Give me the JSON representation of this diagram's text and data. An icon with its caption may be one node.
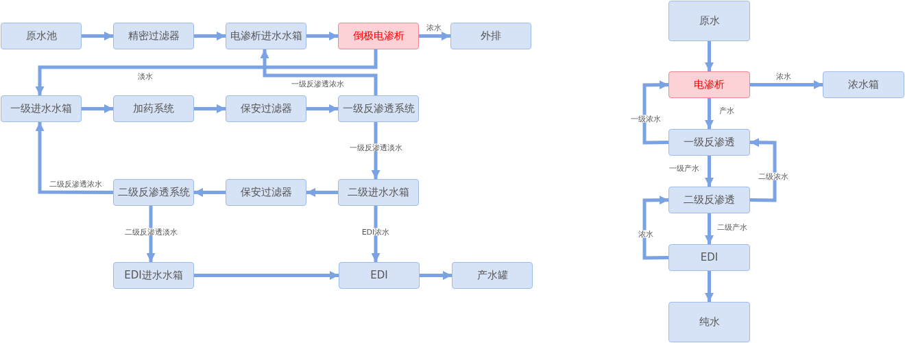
{
  "diagram": {
    "nodes": [
      {
        "text": [
          "原水池"
        ]
      },
      {
        "text": [
          "精密过滤器"
        ]
      },
      {
        "text": [
          "电渗析进水水箱"
        ]
      },
      {
        "text": [
          "倒极电渗析"
        ]
      },
      {
        "text": [
          "外排"
        ]
      },
      {
        "text": [
          "一级进水水箱"
        ]
      },
      {
        "text": [
          "加药系统"
        ]
      },
      {
        "text": [
          "保安过滤器"
        ]
      },
      {
        "text": [
          "一级反渗透系统"
        ]
      },
      {
        "text": [
          "二级进水水箱"
        ]
      },
      {
        "text": [
          "保安过滤器"
        ]
      },
      {
        "text": [
          "二级反渗透系统"
        ]
      },
      {
        "text": [
          "EDI进水水箱"
        ]
      },
      {
        "text": [
          "EDI"
        ]
      },
      {
        "text": [
          "产水罐"
        ]
      },
      {
        "text": [
          "原水"
        ]
      },
      {
        "text": [
          "电渗析"
        ]
      },
      {
        "text": [
          "浓水箱"
        ]
      },
      {
        "text": [
          "一级反渗透"
        ]
      },
      {
        "text": [
          "二级反渗透"
        ]
      },
      {
        "text": [
          "EDI"
        ]
      },
      {
        "text": [
          "纯水"
        ]
      }
    ],
    "edges": [
      {
        "from": 0,
        "to": 1,
        "arrow": "to"
      },
      {
        "from": 1,
        "to": 2,
        "arrow": "to"
      },
      {
        "from": 2,
        "to": 3,
        "arrow": "to"
      },
      {
        "from": 3,
        "to": 4,
        "arrow": "to",
        "label": "浓水"
      },
      {
        "from": 3,
        "to": 5,
        "arrow": "to",
        "label": "淡水"
      },
      {
        "from": 8,
        "to": 2,
        "arrow": "to",
        "label": "一级反渗透浓水"
      },
      {
        "from": 5,
        "to": 6,
        "arrow": "to"
      },
      {
        "from": 6,
        "to": 7,
        "arrow": "to"
      },
      {
        "from": 7,
        "to": 8,
        "arrow": "to"
      },
      {
        "from": 8,
        "to": 9,
        "arrow": "to",
        "label": "一级反渗透淡水"
      },
      {
        "from": 9,
        "to": 10,
        "arrow": "to"
      },
      {
        "from": 10,
        "to": 11,
        "arrow": "to"
      },
      {
        "from": 11,
        "to": 5,
        "arrow": "to",
        "label": "二级反渗透浓水"
      },
      {
        "from": 11,
        "to": 12,
        "arrow": "to",
        "label": "二级反渗透淡水"
      },
      {
        "from": 9,
        "to": 13,
        "arrow": "to",
        "label": "EDI浓水"
      },
      {
        "from": 12,
        "to": 13,
        "arrow": "to"
      },
      {
        "from": 13,
        "to": 14,
        "arrow": "to"
      },
      {
        "from": 15,
        "to": 16,
        "arrow": "to"
      },
      {
        "from": 16,
        "to": 17,
        "arrow": "to",
        "label": "浓水"
      },
      {
        "from": 16,
        "to": 18,
        "arrow": "to",
        "label": "产水"
      },
      {
        "from": 18,
        "to": 16,
        "arrow": "to",
        "label": "一级浓水"
      },
      {
        "from": 18,
        "to": 19,
        "arrow": "to",
        "label": "一级产水"
      },
      {
        "from": 19,
        "to": 18,
        "arrow": "to",
        "label": "二级浓水"
      },
      {
        "from": 19,
        "to": 20,
        "arrow": "to",
        "label": "二级产水"
      },
      {
        "from": 20,
        "to": 19,
        "arrow": "to",
        "label": "浓水"
      },
      {
        "from": 20,
        "to": 21,
        "arrow": "to"
      }
    ]
  }
}
